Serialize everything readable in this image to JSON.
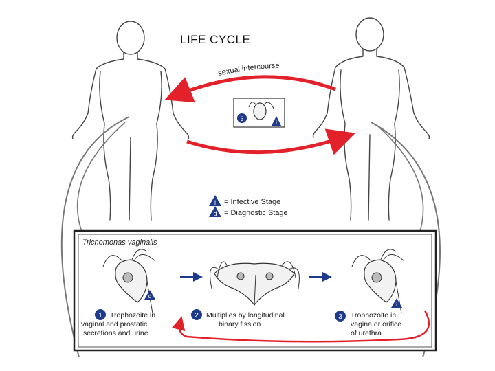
{
  "title": "LIFE CYCLE",
  "transmission": {
    "label": "sexual intercourse"
  },
  "legend": {
    "infective": {
      "symbol": "i",
      "text": "= Infective Stage"
    },
    "diagnostic": {
      "symbol": "d",
      "text": "= Diagnostic Stage"
    }
  },
  "panel": {
    "organism": "Trichomonas vaginalis",
    "stages": [
      {
        "number": "1",
        "badge": "d",
        "lines": [
          "Trophozoite in",
          "vaginal and prostatic",
          "secretions and urine"
        ]
      },
      {
        "number": "2",
        "badge": "",
        "lines": [
          "Multiplies by longitudinal",
          "binary fission"
        ]
      },
      {
        "number": "3",
        "badge": "i",
        "lines": [
          "Trophozoite in",
          "vagina or orifice",
          "of urethra"
        ]
      }
    ]
  },
  "center_badge": {
    "number": "3",
    "badge": "i"
  },
  "colors": {
    "arrow": "#e3212a",
    "badge": "#1f3a8a",
    "panel_border": "#222222",
    "stage_arrow": "#1f3a8a"
  }
}
